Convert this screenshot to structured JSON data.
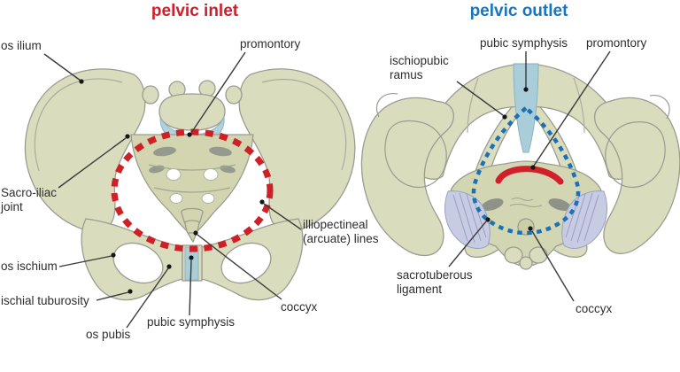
{
  "inlet": {
    "title": "pelvic inlet",
    "labels": {
      "os_ilium": "os ilium",
      "promontory": "promontory",
      "sacroiliac_joint_line1": "Sacro-iliac",
      "sacroiliac_joint_line2": "joint",
      "os_ischium": "os ischium",
      "ischial_tuburosity": "ischial tuburosity",
      "os_pubis": "os pubis",
      "pubic_symphysis": "pubic symphysis",
      "coccyx": "coccyx",
      "illiopectineal_line1": "illiopectineal",
      "illiopectineal_line2": "(arcuate) lines"
    }
  },
  "outlet": {
    "title": "pelvic outlet",
    "labels": {
      "ischiopubic_ramus_line1": "ischiopubic",
      "ischiopubic_ramus_line2": "ramus",
      "pubic_symphysis": "pubic symphysis",
      "promontory": "promontory",
      "sacrotuberous_ligament_line1": "sacrotuberous",
      "sacrotuberous_ligament_line2": "ligament",
      "coccyx": "coccyx"
    }
  },
  "colors": {
    "inlet_title_red": "#ce202c",
    "inlet_dash_red": "#cd2127",
    "outlet_title_blue": "#1a75bc",
    "outlet_dash_blue": "#1c71b5",
    "bone_fill": "#dadcbe",
    "bone_dark_fill": "#d2d5b0",
    "bone_outline": "#9a9c90",
    "cartilage_blue": "#a9ced9",
    "ligament_fill": "#c7cce3",
    "ligament_stripe": "#98a0c2",
    "label_text": "#2d2d2d",
    "leader_line": "#3a3a3a"
  }
}
